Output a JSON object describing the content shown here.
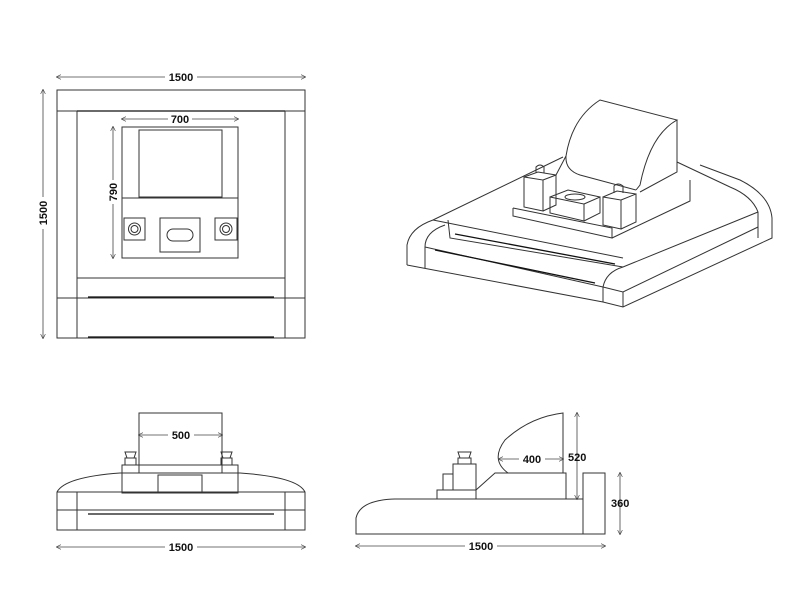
{
  "drawing": {
    "top_view": {
      "width_dim": "1500",
      "height_dim": "1500",
      "panel_width_dim": "700",
      "panel_height_dim": "790"
    },
    "front_view": {
      "tower_width_dim": "500",
      "width_dim": "1500"
    },
    "side_view": {
      "hood_depth_dim": "400",
      "hood_height_dim": "520",
      "block_height_dim": "360",
      "width_dim": "1500"
    },
    "line_color": "#333333"
  }
}
